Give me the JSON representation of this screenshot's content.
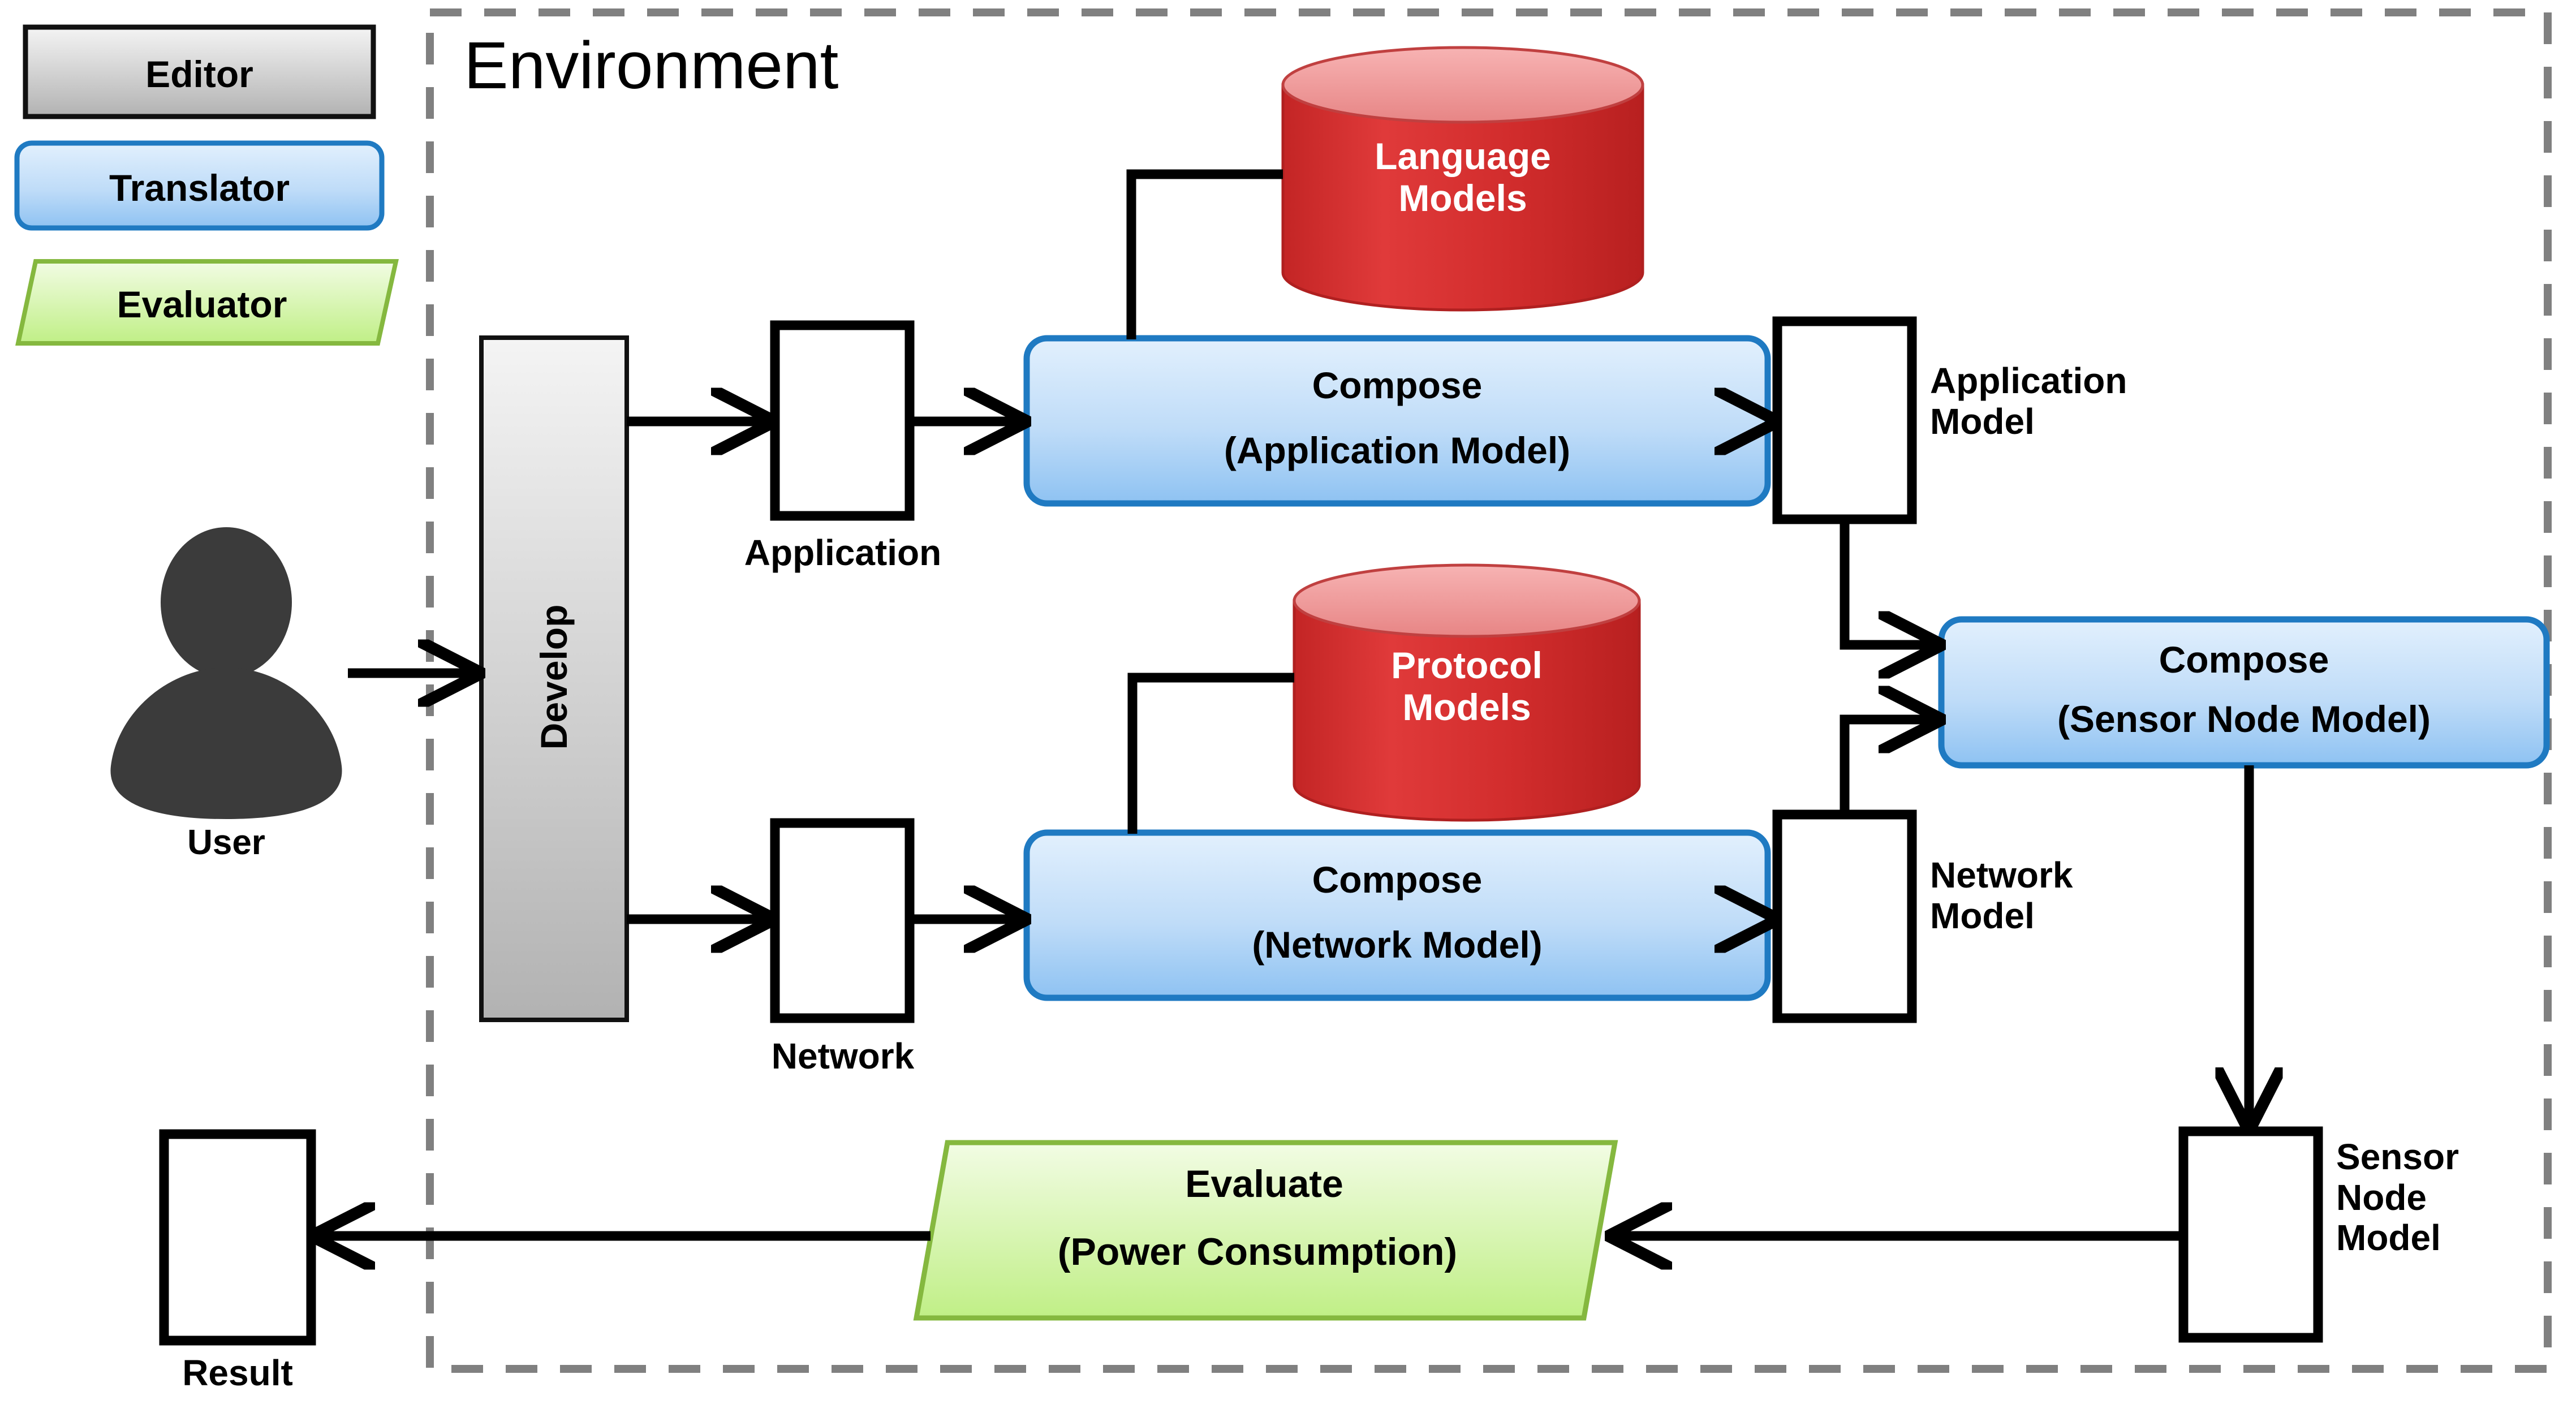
{
  "legend": {
    "items": [
      {
        "label": "Editor",
        "shape": "rect-gray",
        "fill_top": "#f2f2f2",
        "fill_bottom": "#b0b0b0",
        "stroke": "#111111"
      },
      {
        "label": "Translator",
        "shape": "rounded-rect-blue",
        "fill_top": "#d6e9fb",
        "fill_bottom": "#8cc1f0",
        "stroke": "#1f7ac2"
      },
      {
        "label": "Evaluator",
        "shape": "parallelogram-green",
        "fill_top": "#eefade",
        "fill_bottom": "#c2f08a",
        "stroke": "#85b83f"
      }
    ]
  },
  "environment": {
    "title": "Environment",
    "border_color": "#808080",
    "border_style": "dashed"
  },
  "actors": [
    {
      "name": "User",
      "label": "User",
      "icon": "user-icon",
      "color": "#3b3b3b"
    }
  ],
  "stages": [
    {
      "id": "develop",
      "label": "Develop",
      "kind": "editor",
      "orientation": "vertical"
    }
  ],
  "artifacts": [
    {
      "id": "application",
      "label": "Application",
      "kind": "document"
    },
    {
      "id": "network",
      "label": "Network",
      "kind": "document"
    },
    {
      "id": "application_model",
      "label": "Application\nModel",
      "kind": "document"
    },
    {
      "id": "network_model",
      "label": "Network\nModel",
      "kind": "document"
    },
    {
      "id": "sensor_node_model",
      "label": "Sensor\nNode\nModel",
      "kind": "document"
    },
    {
      "id": "result",
      "label": "Result",
      "kind": "document"
    }
  ],
  "repositories": [
    {
      "id": "language_models",
      "label": "Language\nModels",
      "kind": "cylinder",
      "fill": "#cf2d2d",
      "top_fill": "#f29a9a"
    },
    {
      "id": "protocol_models",
      "label": "Protocol\nModels",
      "kind": "cylinder",
      "fill": "#cf2d2d",
      "top_fill": "#f29a9a"
    }
  ],
  "processes": [
    {
      "id": "compose_application",
      "line1": "Compose",
      "line2": "(Application Model)",
      "kind": "translator"
    },
    {
      "id": "compose_network",
      "line1": "Compose",
      "line2": "(Network Model)",
      "kind": "translator"
    },
    {
      "id": "compose_sensor_node",
      "line1": "Compose",
      "line2": "(Sensor Node Model)",
      "kind": "translator"
    },
    {
      "id": "evaluate",
      "line1": "Evaluate",
      "line2": "(Power Consumption)",
      "kind": "evaluator"
    }
  ],
  "colors": {
    "translator_border": "#1f7ac2",
    "translator_fill_top": "#ddeefc",
    "translator_fill_bottom": "#8fc3f2",
    "evaluator_border": "#85b83f",
    "evaluator_fill_top": "#eefade",
    "evaluator_fill_bottom": "#c2f08a",
    "repository_fill": "#cf2d2d",
    "editor_fill_top": "#f4f4f4",
    "editor_fill_bottom": "#b4b4b4",
    "connector": "#000000",
    "environment_border": "#808080"
  }
}
